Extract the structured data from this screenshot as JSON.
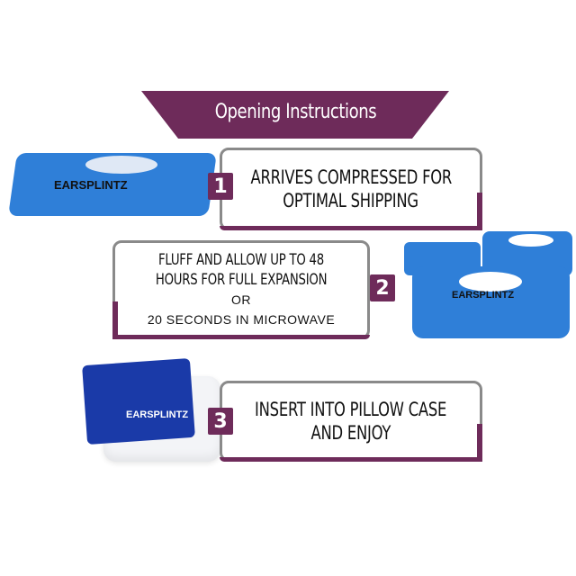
{
  "header": {
    "title": "Opening Instructions"
  },
  "steps": [
    {
      "number": "1",
      "lines": [
        "ARRIVES COMPRESSED FOR",
        "OPTIMAL SHIPPING"
      ]
    },
    {
      "number": "2",
      "lines": [
        "FLUFF AND ALLOW UP TO 48",
        "HOURS FOR FULL EXPANSION"
      ],
      "or": "OR",
      "alt": "20 SECONDS IN MICROWAVE"
    },
    {
      "number": "3",
      "lines": [
        "INSERT INTO PILLOW CASE",
        "AND ENJOY"
      ]
    }
  ],
  "brand": {
    "logo": "EARSPLINTZ"
  },
  "colors": {
    "accent": "#6e2b5a",
    "foam": "#2f7fd8",
    "cover": "#1a3aa8"
  }
}
